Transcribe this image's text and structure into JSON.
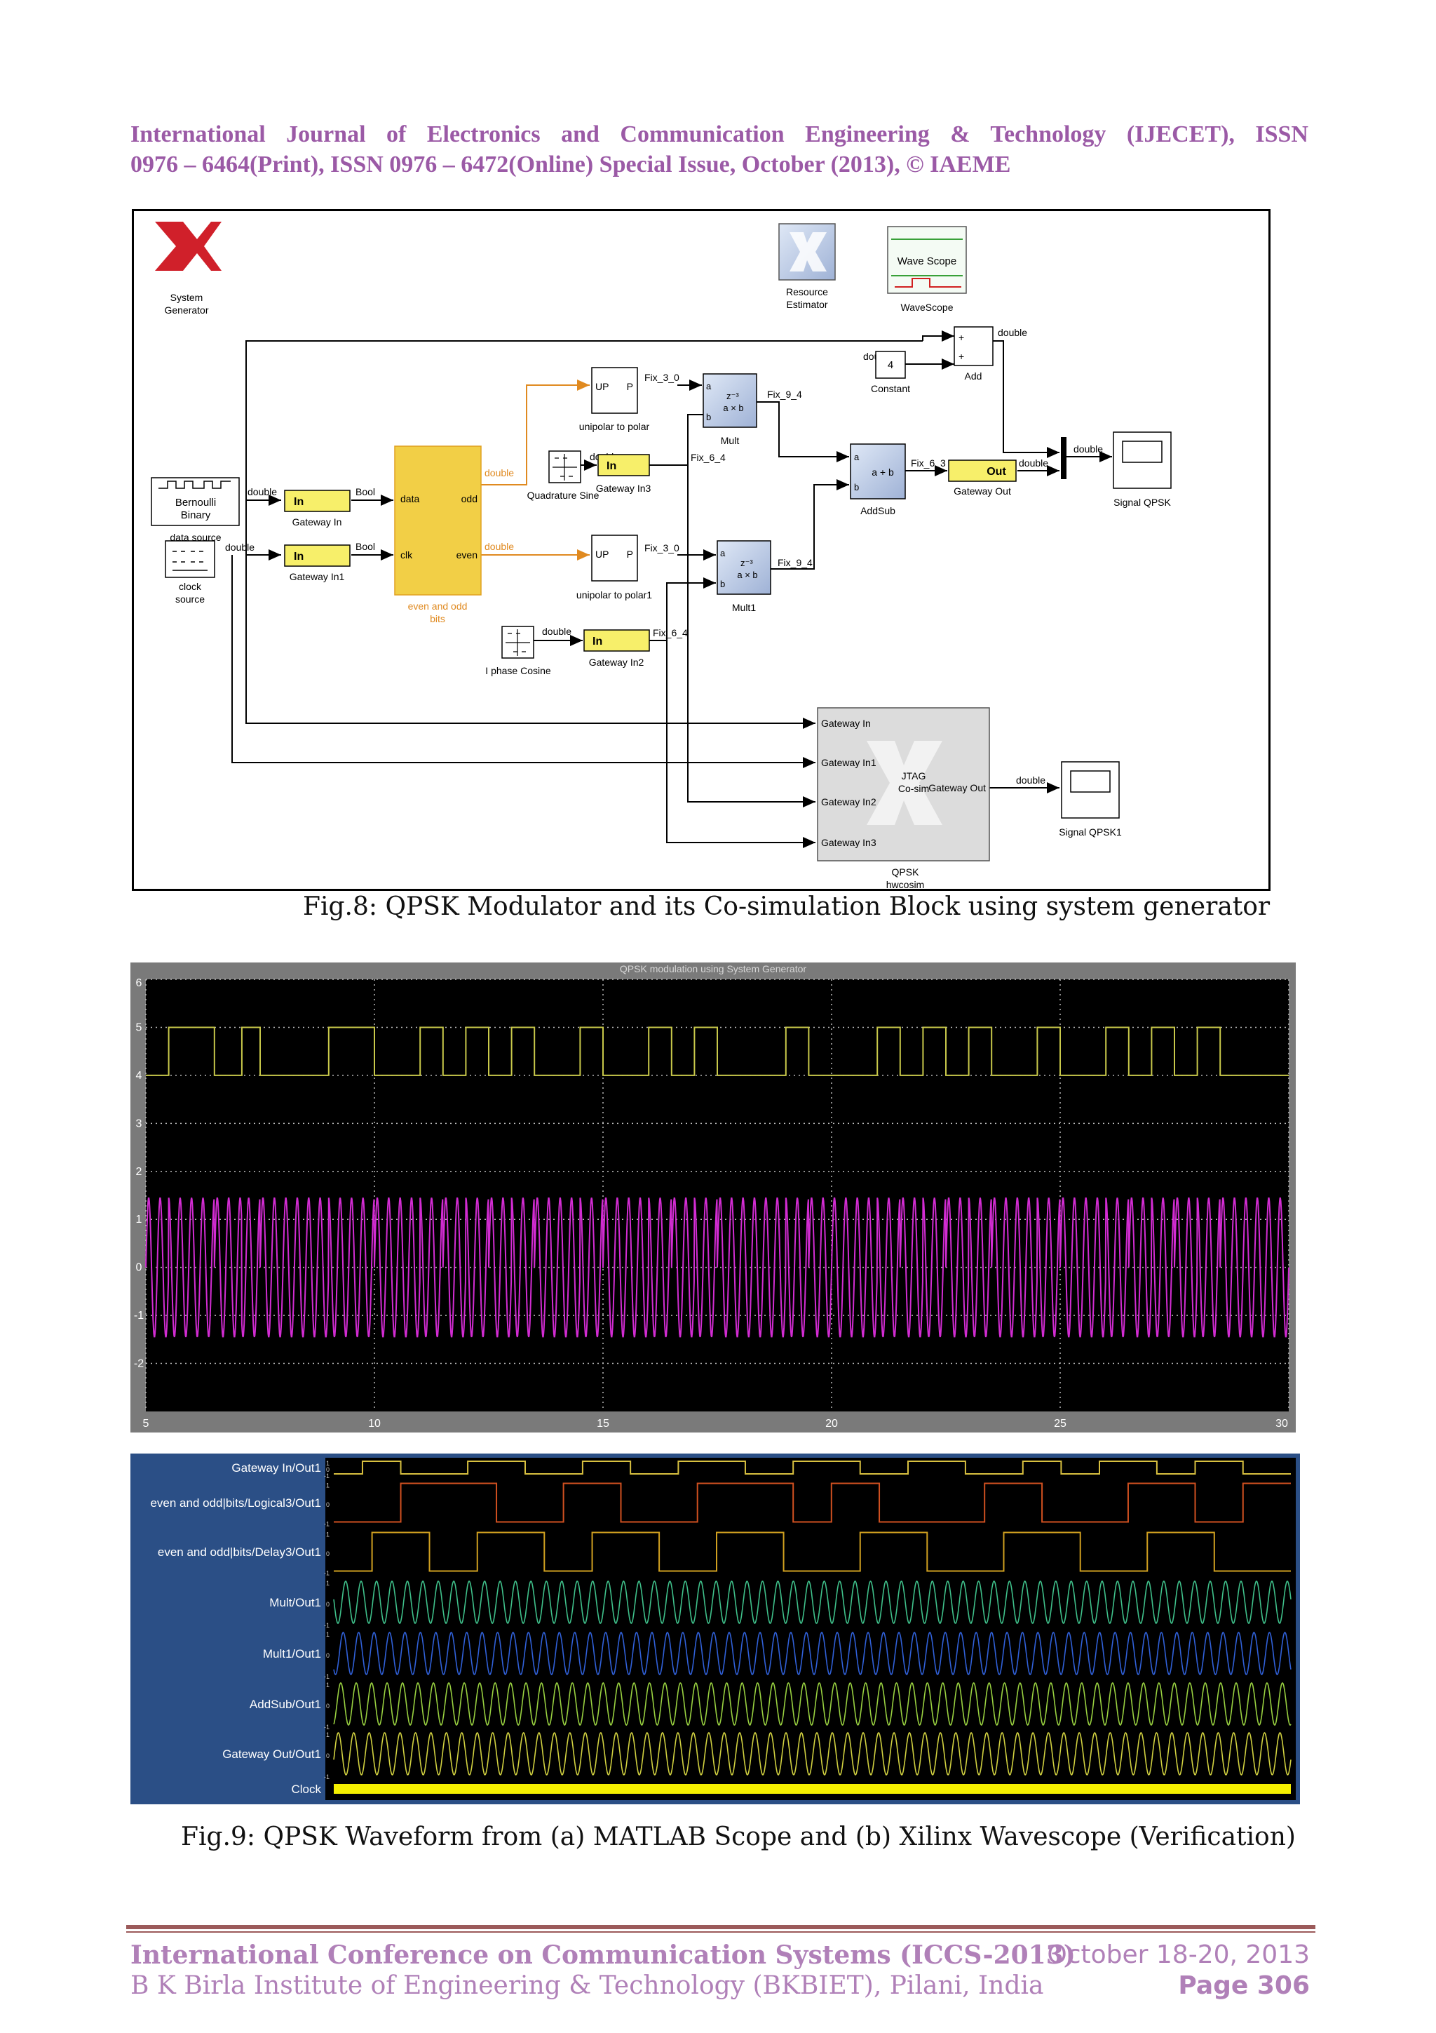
{
  "header": {
    "journal_line1": "International Journal of Electronics and Communication Engineering & Technology (IJECET), ISSN",
    "journal_line2": "0976 – 6464(Print), ISSN 0976 – 6472(Online) Special Issue, October (2013), © IAEME"
  },
  "fig8": {
    "caption": "Fig.8: QPSK Modulator and its Co-simulation Block using system generator",
    "blocks": {
      "system_generator": "System\nGenerator",
      "resource_estimator": "Resource\nEstimator",
      "wavescope": "WaveScope",
      "wavescope_icon": "Wave Scope",
      "add": "Add",
      "constant": "Constant",
      "constant_value": "4",
      "mult": "Mult",
      "mult1": "Mult1",
      "addsub": "AddSub",
      "gateway_out": "Gateway Out",
      "signal_qpsk": "Signal QPSK",
      "signal_qpsk1": "Signal QPSK1",
      "bernoulli": "Bernoulli\nBinary",
      "data_source": "data source",
      "clock_source": "clock\nsource",
      "gateway_in": "Gateway In",
      "gateway_in1": "Gateway In1",
      "gateway_in2": "Gateway In2",
      "gateway_in3": "Gateway In3",
      "even_odd": "even and odd\nbits",
      "quadrature_sine": "Quadrature Sine",
      "i_phase_cosine": "I phase Cosine",
      "unipolar_to_polar": "unipolar to polar",
      "unipolar_to_polar1": "unipolar to polar1",
      "qpsk_hwcosim": "QPSK\nhwcosim",
      "jtag": "JTAG\nCo-sim"
    },
    "port_labels": {
      "in": "In",
      "out": "Out",
      "data": "data",
      "clk": "clk",
      "odd": "odd",
      "even": "even",
      "up": "UP",
      "p": "P",
      "a": "a",
      "b": "b",
      "plus": "+",
      "z3": "z⁻³",
      "axb": "a × b",
      "apb": "a + b"
    },
    "signal_labels": {
      "double": "double",
      "bool": "Bool",
      "fix_3_0": "Fix_3_0",
      "fix_9_4": "Fix_9_4",
      "fix_6_4": "Fix_6_4",
      "fix_6_3": "Fix_6_3"
    },
    "cosim_ports": [
      "Gateway In",
      "Gateway In1",
      "Gateway In2",
      "Gateway In3"
    ],
    "cosim_out": "Gateway Out"
  },
  "fig9a": {
    "title": "QPSK modulation using System Generator"
  },
  "chart_data": [
    {
      "type": "line",
      "title": "QPSK modulation using System Generator",
      "xlim": [
        5,
        30
      ],
      "ylim": [
        -3,
        6
      ],
      "x_ticks": [
        "5",
        "10",
        "15",
        "20",
        "25",
        "30"
      ],
      "y_ticks": [
        "6",
        "5",
        "4",
        "3",
        "2",
        "1",
        "0",
        "-1",
        "-2"
      ],
      "grid": true,
      "series": [
        {
          "color": "#c8c84a",
          "low": 4,
          "high": 5,
          "transitions": [
            5.5,
            6.5,
            7.1,
            7.5,
            9.0,
            10.0,
            11.0,
            11.5,
            12.0,
            12.5,
            13.0,
            13.5,
            14.5,
            15.0,
            16.0,
            16.5,
            17.0,
            17.5,
            19.0,
            19.5,
            21.0,
            21.5,
            22.0,
            22.5,
            23.0,
            23.5,
            24.5,
            25.0,
            26.0,
            26.5,
            27.0,
            27.5,
            28.0,
            28.5
          ]
        },
        {
          "color": "#d22cd2",
          "amplitude": 1.45,
          "cycles_per_unit": 4.0
        }
      ]
    },
    {
      "type": "line",
      "rows": [
        {
          "name": "Gateway In/Out1",
          "color": "#d8c040",
          "kind": "digital",
          "edges": [
            0.03,
            0.07,
            0.14,
            0.2,
            0.26,
            0.31,
            0.36,
            0.43,
            0.48,
            0.55,
            0.6,
            0.66,
            0.72,
            0.76,
            0.8,
            0.86,
            0.9,
            0.95
          ]
        },
        {
          "name": "even and odd|bits/Logical3/Out1",
          "color": "#d05020",
          "kind": "digital",
          "edges": [
            0.07,
            0.17,
            0.24,
            0.3,
            0.38,
            0.48,
            0.52,
            0.57,
            0.68,
            0.74,
            0.83,
            0.9,
            0.95
          ]
        },
        {
          "name": "even and odd|bits/Delay3/Out1",
          "color": "#d0a020",
          "kind": "digital",
          "edges": [
            0.04,
            0.1,
            0.15,
            0.22,
            0.27,
            0.34,
            0.4,
            0.47,
            0.55,
            0.62,
            0.7,
            0.78,
            0.85,
            0.92
          ]
        },
        {
          "name": "Mult/Out1",
          "color": "#3fc08a",
          "kind": "analog"
        },
        {
          "name": "Mult1/Out1",
          "color": "#3060d8",
          "kind": "analog"
        },
        {
          "name": "AddSub/Out1",
          "color": "#98d040",
          "kind": "analog"
        },
        {
          "name": "Gateway Out/Out1",
          "color": "#d0d040",
          "kind": "analog"
        },
        {
          "name": "Clock",
          "color": "#f5f000",
          "kind": "clock"
        }
      ],
      "row_scale_labels": [
        "1",
        "0",
        "-1"
      ]
    }
  ],
  "fig9": {
    "caption": "Fig.9: QPSK Waveform from (a) MATLAB Scope and (b) Xilinx Wavescope (Verification)"
  },
  "footer": {
    "conference": "International Conference on Communication Systems (ICCS-2013)",
    "institute": "B K Birla Institute of Engineering & Technology (BKBIET), Pilani, India",
    "date": "October 18-20, 2013",
    "page": "Page 306"
  },
  "colors": {
    "header": "#9b5aa6",
    "footer": "#b080b8",
    "scope_bg": "#000000",
    "scope_frame": "#7a7a7a",
    "wavescope_panel": "#2b4f86"
  }
}
